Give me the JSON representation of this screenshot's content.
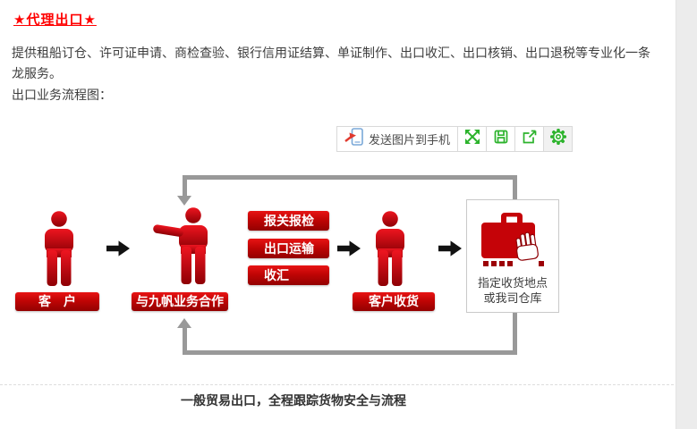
{
  "header": {
    "title": "★代理出口★",
    "title_color": "#ff0000"
  },
  "intro": {
    "text": "提供租船订仓、许可证申请、商检查验、银行信用证结算、单证制作、出口收汇、出口核销、出口退税等专业化一条龙服务。",
    "flow_heading": "出口业务流程图："
  },
  "toolbar": {
    "send_button": {
      "icon": "phone-send-icon",
      "label": "发送图片到手机"
    },
    "icon_buttons": [
      "fullscreen-icon",
      "save-icon",
      "share-icon",
      "settings-icon"
    ],
    "accent_color": "#2cb32c"
  },
  "diagram": {
    "nodes": [
      {
        "id": "customer",
        "label": "客　户"
      },
      {
        "id": "cooperate",
        "label": "与九帆业务合作"
      },
      {
        "id": "customer-receive",
        "label": "客户收货"
      }
    ],
    "process_steps": [
      "报关报检",
      "出口运输",
      "收汇"
    ],
    "destination": {
      "icon": "suitcase-hand-icon",
      "line1": "指定收货地点",
      "line2": "或我司仓库"
    },
    "colors": {
      "figure_red": "#cc0512",
      "button_red": "#c00505",
      "arrow_black": "#121212",
      "loop_gray": "#999999"
    }
  },
  "caption": {
    "text": "一般贸易出口，全程跟踪货物安全与流程"
  }
}
